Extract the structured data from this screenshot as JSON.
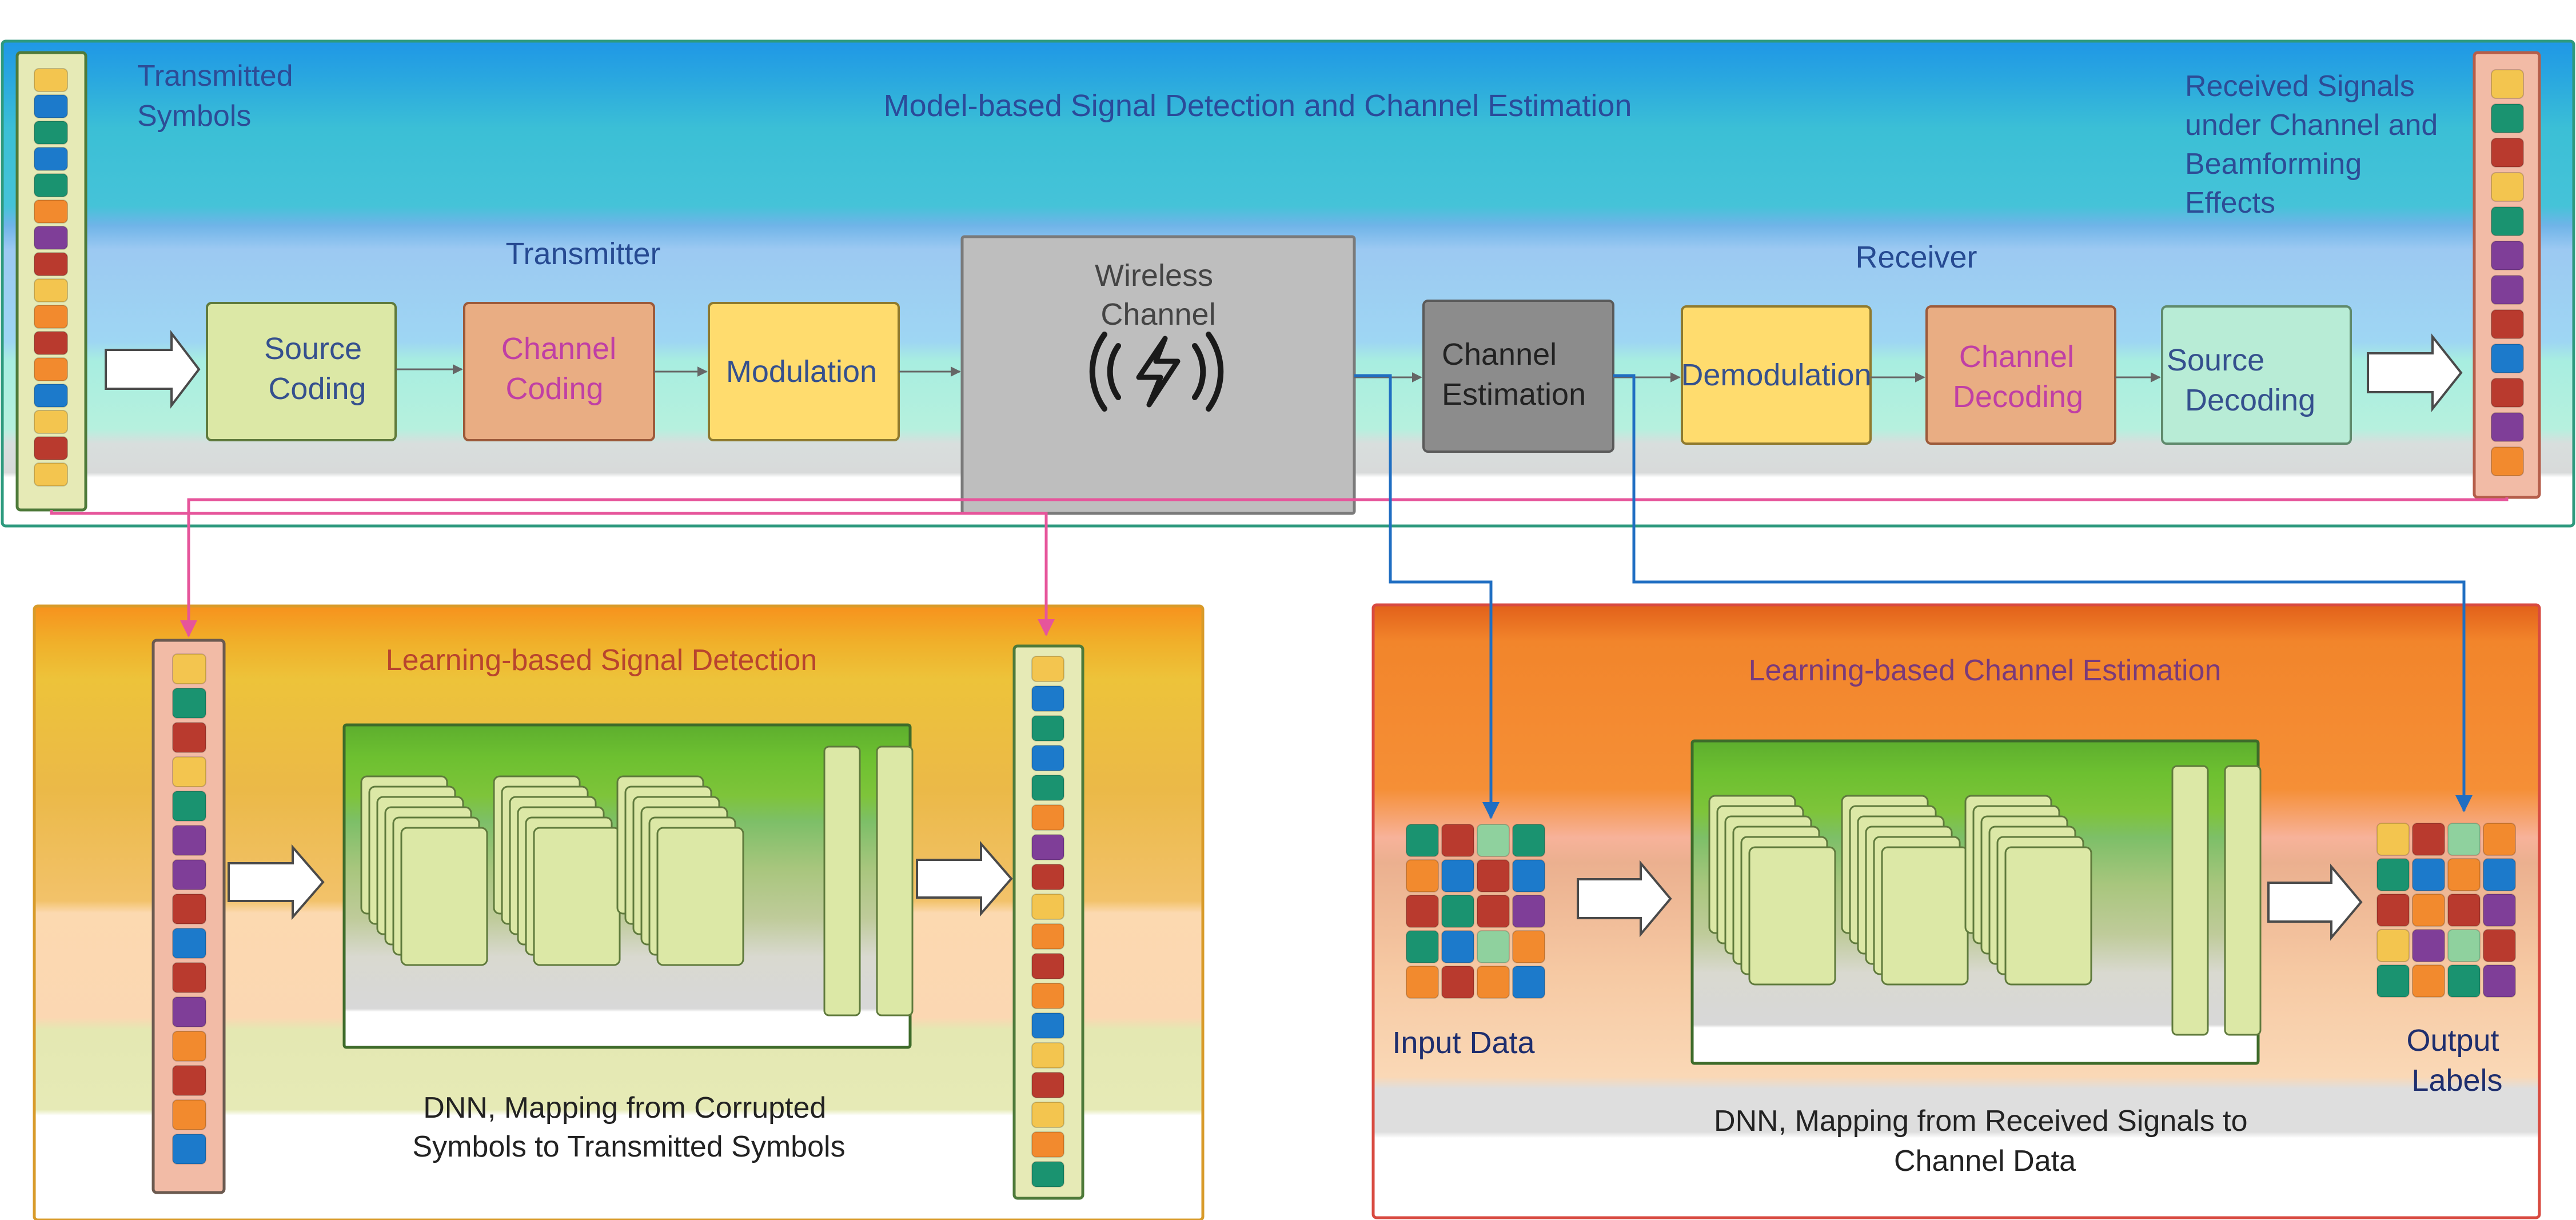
{
  "top": {
    "title": "Model-based Signal Detection and Channel Estimation",
    "transmitted_label": [
      "Transmitted",
      "Symbols"
    ],
    "received_label": [
      "Received Signals",
      "under Channel and",
      "Beamforming",
      "Effects"
    ],
    "transmitter_label": "Transmitter",
    "receiver_label": "Receiver",
    "blocks": {
      "source_coding": [
        "Source",
        "Coding"
      ],
      "channel_coding": [
        "Channel",
        "Coding"
      ],
      "modulation": [
        "Modulation"
      ],
      "wireless_channel": [
        "Wireless",
        "Channel"
      ],
      "channel_estimation": [
        "Channel",
        "Estimation"
      ],
      "demodulation": [
        "Demodulation"
      ],
      "channel_decoding": [
        "Channel",
        "Decoding"
      ],
      "source_decoding": [
        "Source",
        "Decoding"
      ]
    }
  },
  "left_panel": {
    "title": "Learning-based Signal Detection",
    "caption": [
      "DNN, Mapping from Corrupted",
      "Symbols to Transmitted Symbols"
    ]
  },
  "right_panel": {
    "title": "Learning-based Channel Estimation",
    "input_label": [
      "Input Data"
    ],
    "output_label": [
      "Output",
      "Labels"
    ],
    "caption": [
      "DNN, Mapping from Received Signals to",
      "Channel Data"
    ]
  },
  "colors": {
    "yellow": "#F3C54F",
    "blue": "#1C7ACB",
    "teal": "#1A9370",
    "red": "#B93A2E",
    "purple": "#7F3E98",
    "orange": "#F28A2E",
    "lightgreen": "#8FD19E",
    "block_green": "#DCE8A6",
    "block_salmon": "#E9AD83",
    "block_yellow": "#FFDC6E",
    "pink_line": "#E6559B",
    "blue_line": "#1F6EC2"
  },
  "sequences": {
    "transmitted": [
      "yellow",
      "blue",
      "teal",
      "blue",
      "teal",
      "orange",
      "purple",
      "red",
      "yellow",
      "orange",
      "red",
      "orange",
      "blue",
      "yellow",
      "red",
      "yellow"
    ],
    "received": [
      "yellow",
      "teal",
      "red",
      "yellow",
      "teal",
      "purple",
      "purple",
      "red",
      "blue",
      "red",
      "purple",
      "orange"
    ],
    "left_input": [
      "yellow",
      "teal",
      "red",
      "yellow",
      "teal",
      "purple",
      "purple",
      "red",
      "blue",
      "red",
      "purple",
      "orange",
      "red",
      "orange",
      "blue"
    ],
    "left_output": [
      "yellow",
      "blue",
      "teal",
      "blue",
      "teal",
      "orange",
      "purple",
      "red",
      "yellow",
      "orange",
      "red",
      "orange",
      "blue",
      "yellow",
      "red",
      "yellow",
      "orange",
      "teal"
    ],
    "input_grid": [
      [
        "teal",
        "red",
        "lightgreen",
        "teal"
      ],
      [
        "orange",
        "blue",
        "red",
        "blue"
      ],
      [
        "red",
        "teal",
        "red",
        "purple"
      ],
      [
        "teal",
        "blue",
        "lightgreen",
        "orange"
      ],
      [
        "orange",
        "red",
        "orange",
        "blue"
      ]
    ],
    "output_grid": [
      [
        "yellow",
        "red",
        "lightgreen",
        "orange"
      ],
      [
        "teal",
        "blue",
        "orange",
        "blue"
      ],
      [
        "red",
        "orange",
        "red",
        "purple"
      ],
      [
        "yellow",
        "purple",
        "lightgreen",
        "red"
      ],
      [
        "teal",
        "orange",
        "teal",
        "purple"
      ]
    ]
  }
}
